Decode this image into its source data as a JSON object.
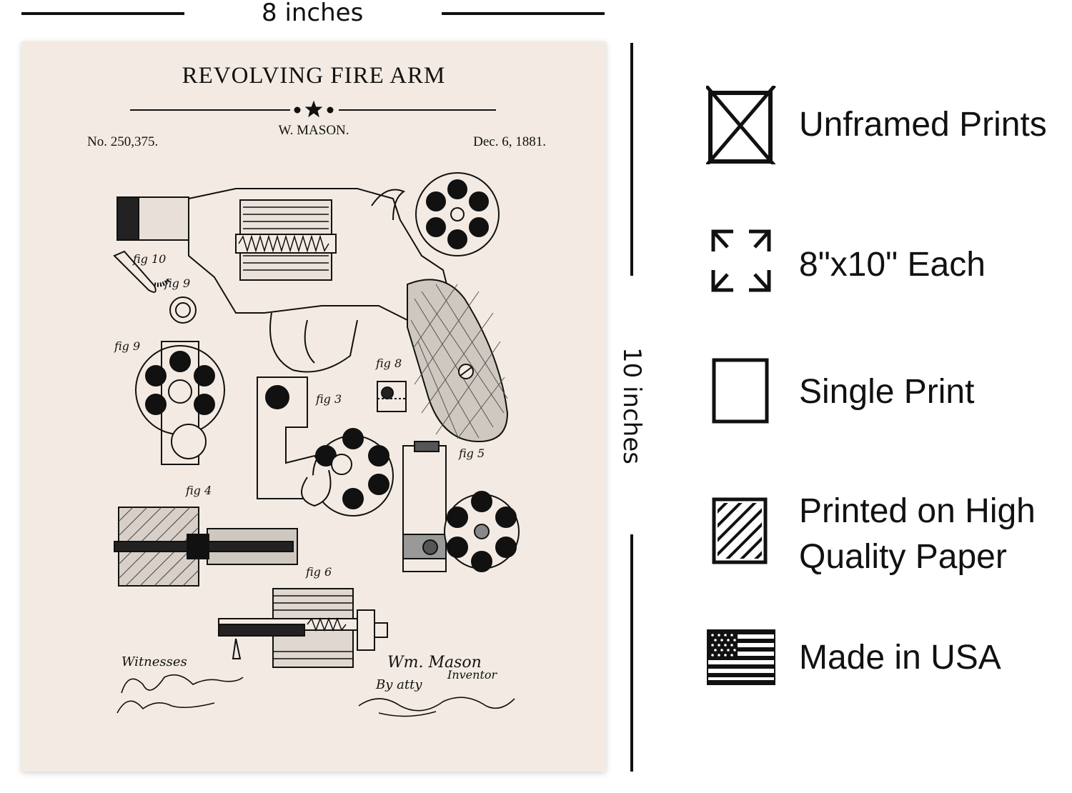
{
  "dimensions": {
    "width_label": "8 inches",
    "height_label": "10 inches"
  },
  "poster": {
    "title": "REVOLVING FIRE ARM",
    "inventor": "W. MASON.",
    "patent_no": "No. 250,375.",
    "date": "Dec. 6, 1881.",
    "background": "#f3ebe3",
    "figures": {
      "fig_a": "fig 10",
      "fig_b": "fig 9",
      "fig_c": "fig 9",
      "fig_d": "fig 3",
      "fig_e": "fig 8",
      "fig_f": "fig 5",
      "fig_g": "fig 4",
      "fig_h": "fig 6"
    },
    "signatures": {
      "witnesses": "Witnesses",
      "inventor_sig": "Wm. Mason",
      "inventor_word": "Inventor",
      "by_atty": "By atty"
    }
  },
  "features": [
    {
      "icon": "unframed-icon",
      "label": "Unframed Prints"
    },
    {
      "icon": "expand-icon",
      "label": "8\"x10\" Each"
    },
    {
      "icon": "single-print-icon",
      "label": "Single Print"
    },
    {
      "icon": "quality-paper-icon",
      "label": "Printed on High Quality Paper"
    },
    {
      "icon": "usa-flag-icon",
      "label": "Made in USA"
    }
  ]
}
